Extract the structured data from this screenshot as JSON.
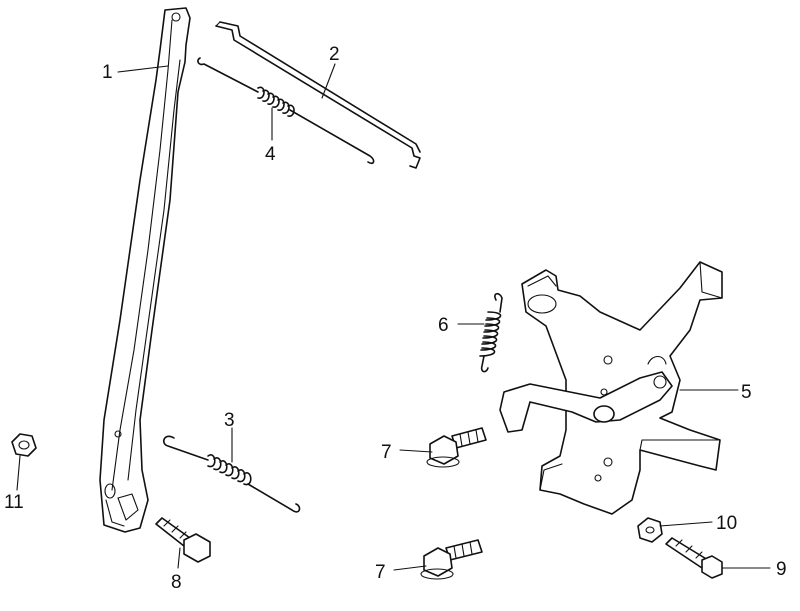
{
  "diagram": {
    "callouts": [
      {
        "id": "1",
        "label": "1"
      },
      {
        "id": "2",
        "label": "2"
      },
      {
        "id": "3",
        "label": "3"
      },
      {
        "id": "4",
        "label": "4"
      },
      {
        "id": "5",
        "label": "5"
      },
      {
        "id": "6",
        "label": "6"
      },
      {
        "id": "7a",
        "label": "7"
      },
      {
        "id": "7b",
        "label": "7"
      },
      {
        "id": "8",
        "label": "8"
      },
      {
        "id": "9",
        "label": "9"
      },
      {
        "id": "10",
        "label": "10"
      },
      {
        "id": "11",
        "label": "11"
      }
    ]
  },
  "colors": {
    "ink": "#111111",
    "background": "#ffffff"
  }
}
